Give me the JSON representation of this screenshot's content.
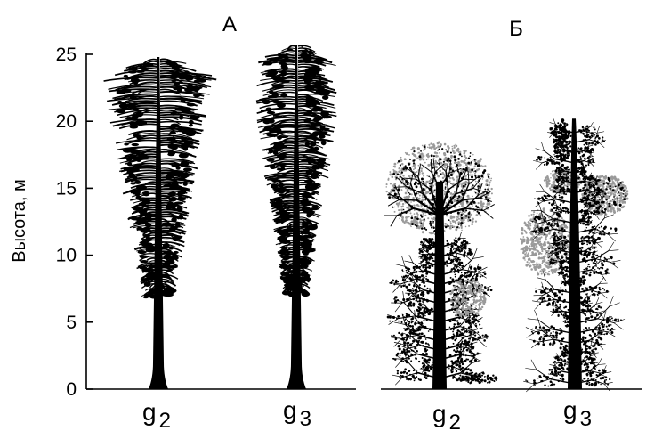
{
  "panels": [
    {
      "title": "А",
      "trees": [
        {
          "label_base": "g",
          "label_sub": "2"
        },
        {
          "label_base": "g",
          "label_sub": "3"
        }
      ]
    },
    {
      "title": "Б",
      "trees": [
        {
          "label_base": "g",
          "label_sub": "2"
        },
        {
          "label_base": "g",
          "label_sub": "3"
        }
      ]
    }
  ],
  "y_axis": {
    "label": "Высота, м",
    "ticks": [
      "0",
      "5",
      "10",
      "15",
      "20",
      "25"
    ]
  },
  "colors": {
    "ink": "#000000",
    "foliage_light": "#9a9a9a",
    "background": "#ffffff"
  }
}
